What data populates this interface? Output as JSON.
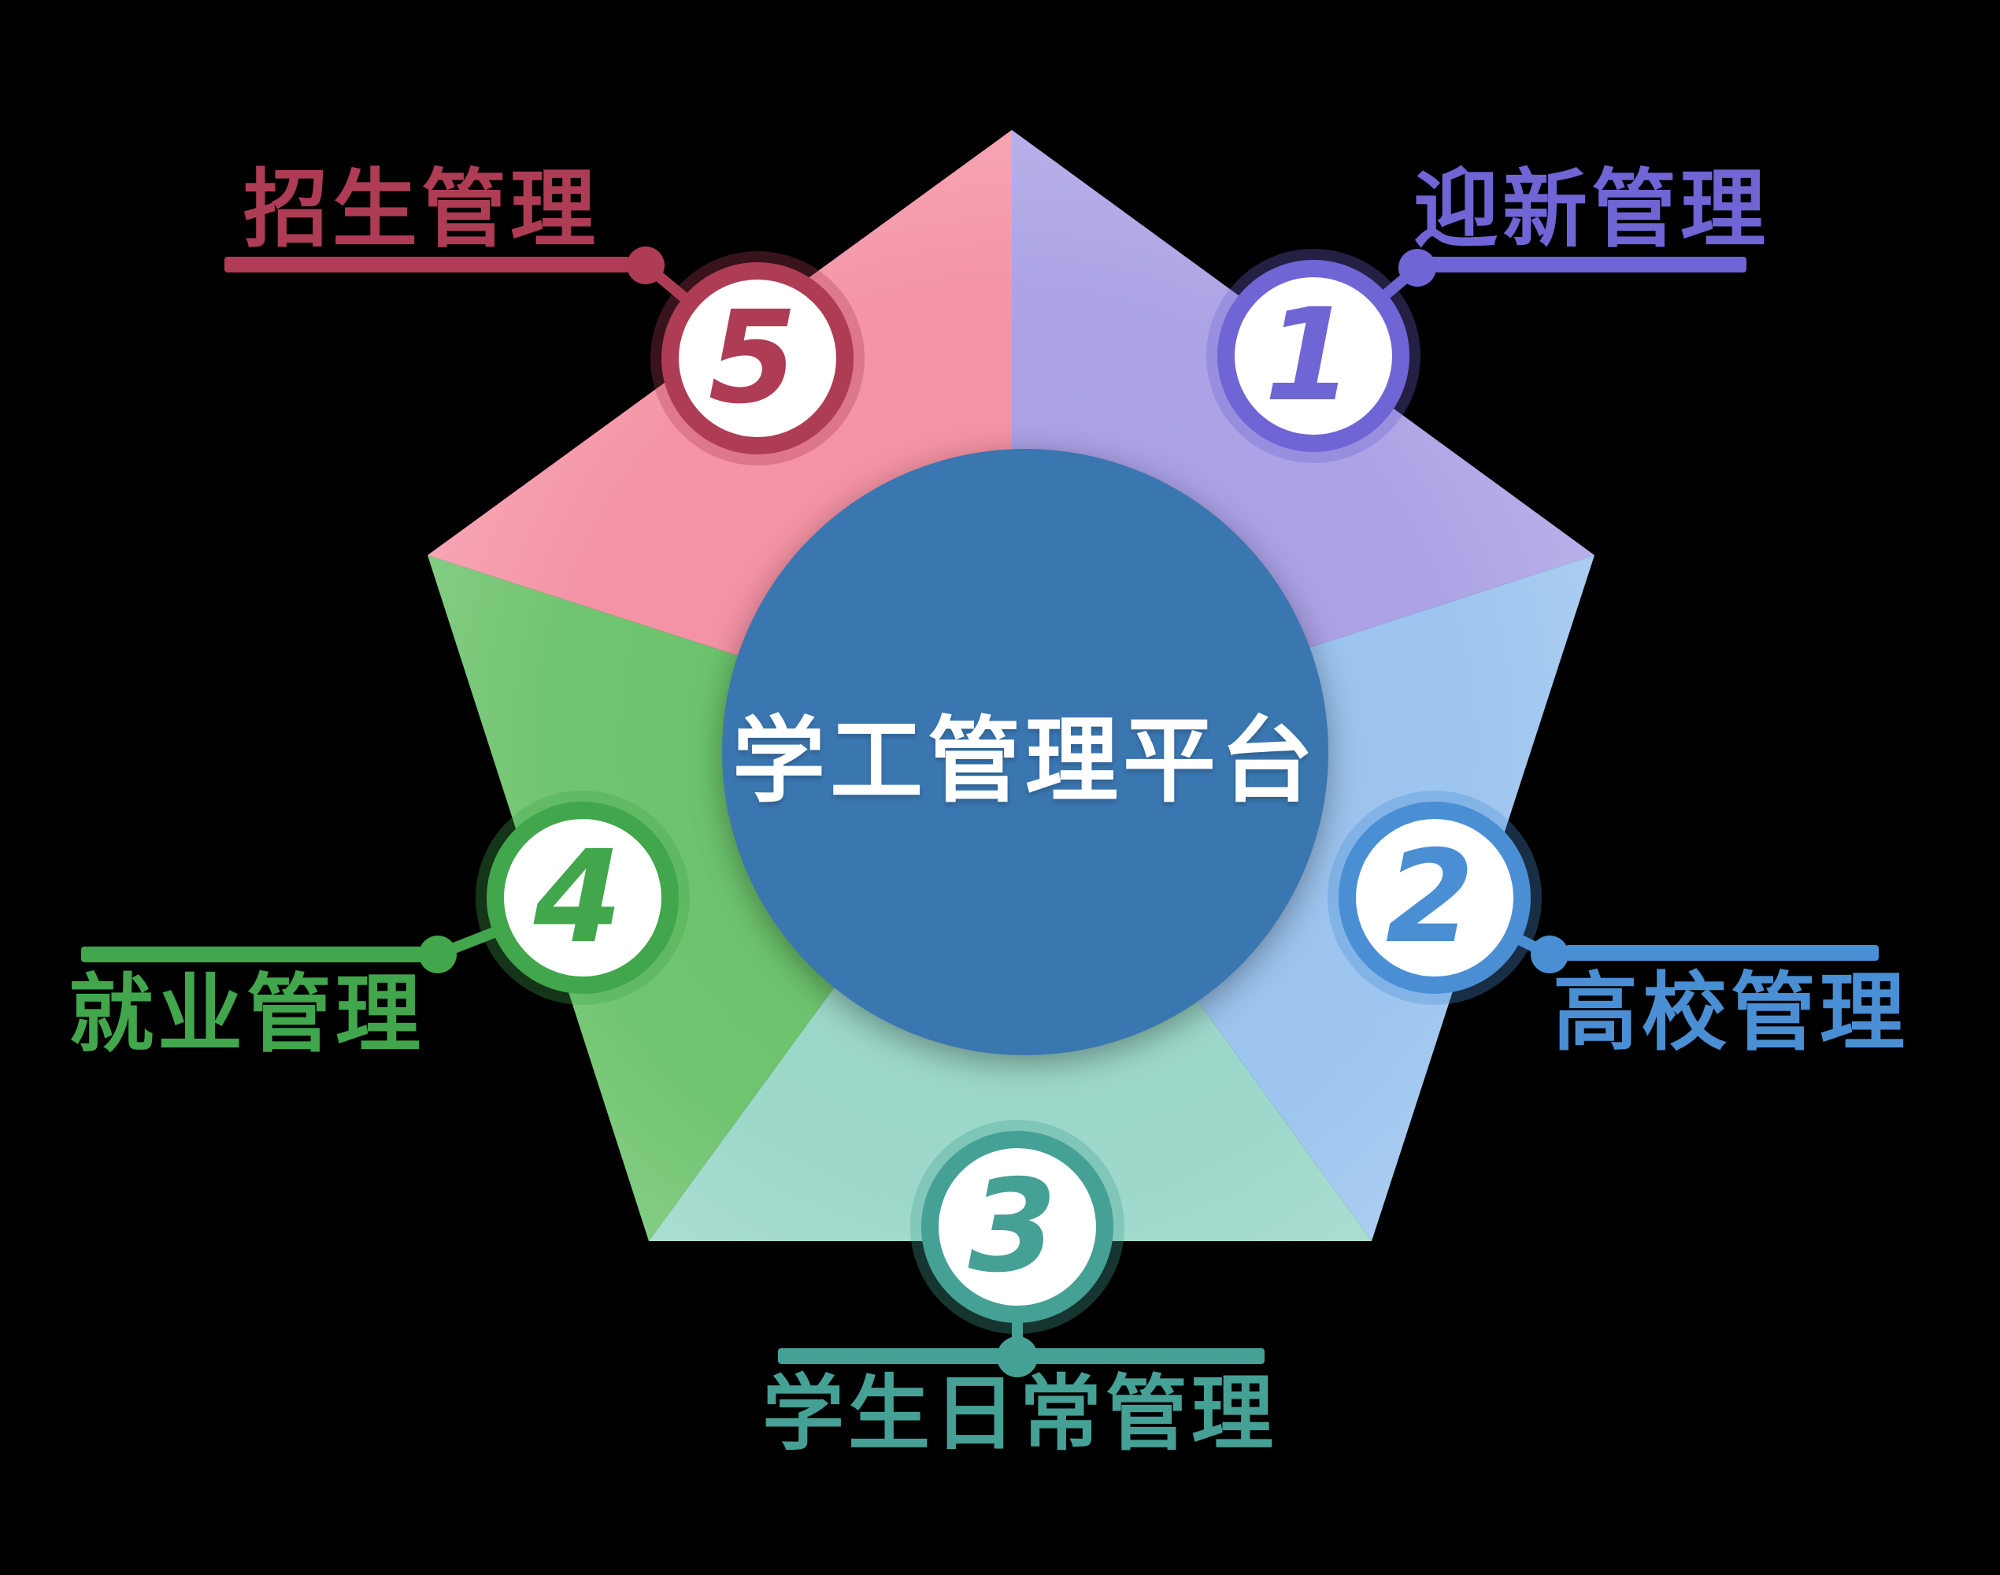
{
  "background": "#000000",
  "center": {
    "title": "学工管理平台",
    "bg": "#3a76b0",
    "text_color": "#ffffff"
  },
  "modules": [
    {
      "num": "1",
      "label": "迎新管理",
      "color": "#6f65d5",
      "slice": "#a89ee4"
    },
    {
      "num": "2",
      "label": "高校管理",
      "color": "#4a8fd4",
      "slice": "#98c2ee"
    },
    {
      "num": "3",
      "label": "学生日常管理",
      "color": "#45a195",
      "slice": "#98d6c7"
    },
    {
      "num": "4",
      "label": "就业管理",
      "color": "#42a64c",
      "slice": "#68c168"
    },
    {
      "num": "5",
      "label": "招生管理",
      "color": "#ae3c55",
      "slice": "#f48fa2"
    }
  ]
}
